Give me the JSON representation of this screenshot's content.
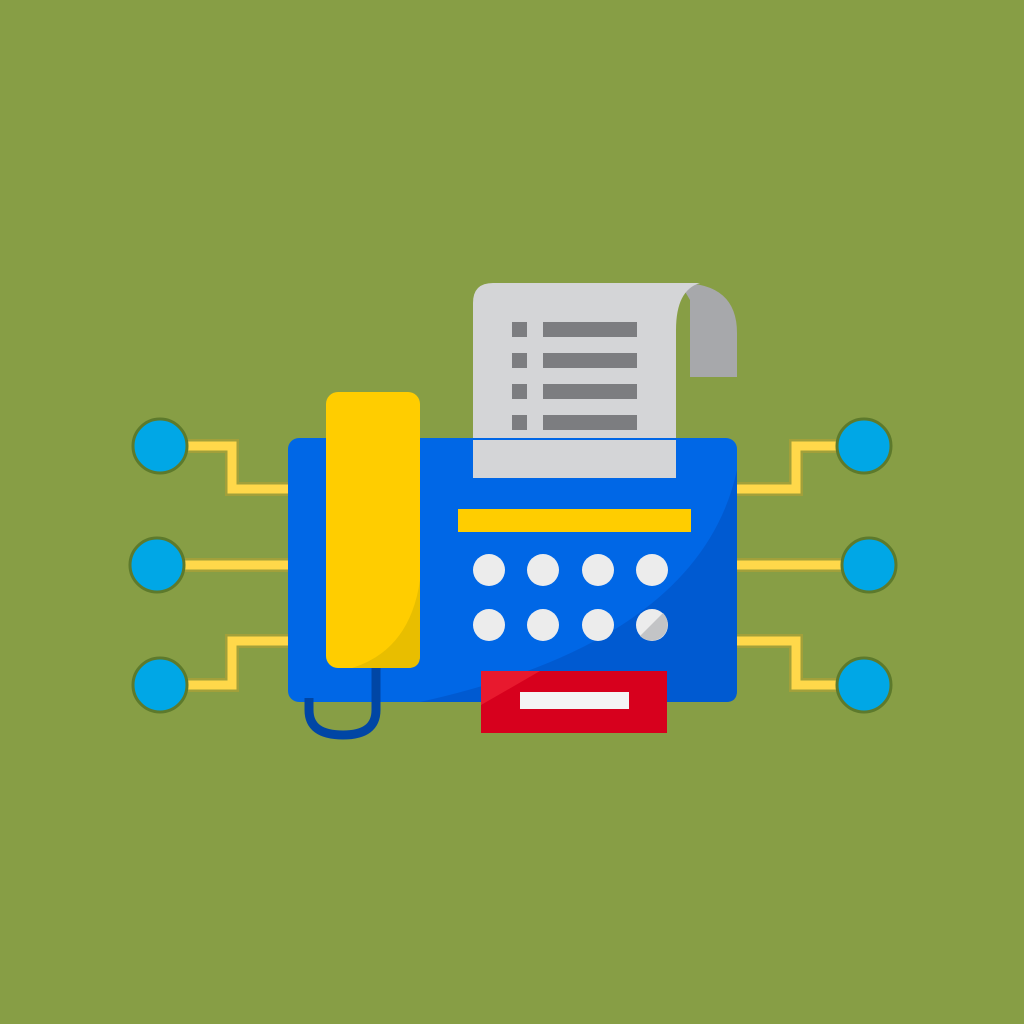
{
  "icon": {
    "name": "fax-machine-icon",
    "parts": [
      "fax-body",
      "handset",
      "paper-sheet",
      "keypad",
      "display-bar",
      "paper-tray",
      "circuit-connectors"
    ],
    "keypad_button_count": 8,
    "circuit_node_count": 6,
    "paper_line_count": 4
  },
  "colors": {
    "background": "#879E45",
    "body": "#0067E6",
    "body_shade": "#005AD1",
    "handset": "#FFCD00",
    "handset_shade": "#E8BE00",
    "cord": "#0046A5",
    "paper": "#D4D5D7",
    "paper_curl": "#A7A8AB",
    "paper_lines": "#7C7D80",
    "display_bar": "#FFCD00",
    "keys": "#ECECEC",
    "key_shade": "#C3C4C6",
    "tray": "#D7001D",
    "tray_light": "#E8192E",
    "tray_slot": "#F4F4F4",
    "wire": "#FFD84A",
    "wire_outline": "#A2A03A",
    "node": "#00A7E6",
    "node_outline": "#5D7A2C"
  }
}
